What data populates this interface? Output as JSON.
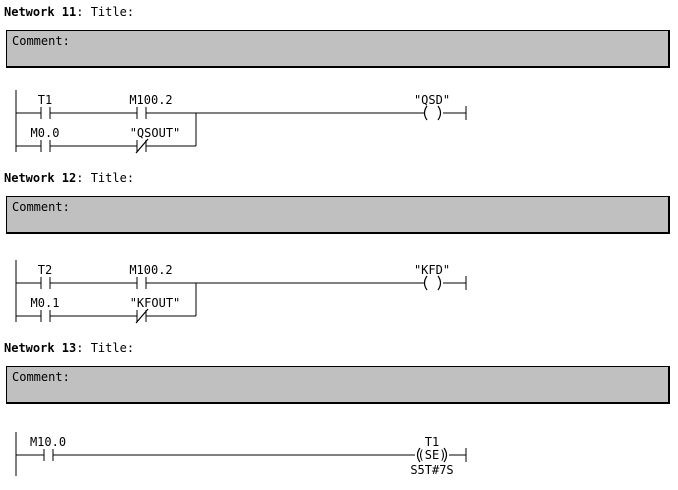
{
  "editor": {
    "comment_placeholder": "Comment:",
    "title_suffix": ": Title:",
    "colors": {
      "comment_background": "#c0c0c0",
      "line": "#000000",
      "page_background": "#ffffff"
    }
  },
  "networks": [
    {
      "label": "Network 11",
      "title": ": Title:",
      "comment": "Comment:",
      "rungs": [
        {
          "branches": [
            {
              "contacts": [
                {
                  "operand": "T1",
                  "type": "NO"
                },
                {
                  "operand": "M100.2",
                  "type": "NO"
                }
              ]
            },
            {
              "contacts": [
                {
                  "operand": "M0.0",
                  "type": "NO"
                },
                {
                  "operand": "\"QSOUT\"",
                  "type": "NC"
                }
              ]
            }
          ],
          "output": {
            "operand": "\"QSD\"",
            "type": "coil",
            "coil_text": "( )"
          }
        }
      ]
    },
    {
      "label": "Network 12",
      "title": ": Title:",
      "comment": "Comment:",
      "rungs": [
        {
          "branches": [
            {
              "contacts": [
                {
                  "operand": "T2",
                  "type": "NO"
                },
                {
                  "operand": "M100.2",
                  "type": "NO"
                }
              ]
            },
            {
              "contacts": [
                {
                  "operand": "M0.1",
                  "type": "NO"
                },
                {
                  "operand": "\"KFOUT\"",
                  "type": "NC"
                }
              ]
            }
          ],
          "output": {
            "operand": "\"KFD\"",
            "type": "coil",
            "coil_text": "( )"
          }
        }
      ]
    },
    {
      "label": "Network 13",
      "title": ": Title:",
      "comment": "Comment:",
      "rungs": [
        {
          "branches": [
            {
              "contacts": [
                {
                  "operand": "M10.0",
                  "type": "NO"
                }
              ]
            }
          ],
          "output": {
            "operand": "T1",
            "type": "timer-coil",
            "coil_text": "(SE)",
            "preset": "S5T#7S"
          }
        }
      ]
    }
  ]
}
